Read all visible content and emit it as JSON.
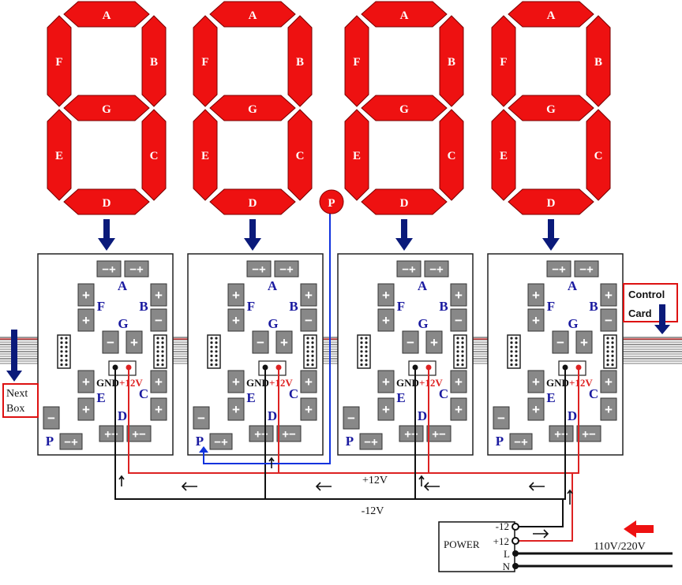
{
  "segment_letters": {
    "a": "A",
    "b": "B",
    "c": "C",
    "d": "D",
    "e": "E",
    "f": "F",
    "g": "G"
  },
  "board_letters": {
    "a": "A",
    "b": "B",
    "c": "C",
    "d": "D",
    "e": "E",
    "f": "F",
    "g": "G",
    "p": "P"
  },
  "pad_signs": {
    "minus_plus": "−+",
    "plus_minus": "+−",
    "plus": "+",
    "minus": "−"
  },
  "decimal_point": "P",
  "power_labels": {
    "gnd": "GND",
    "plus12": "+12V"
  },
  "bus_labels": {
    "plus12v": "+12V",
    "minus12v": "-12V"
  },
  "boxes": {
    "next_box": [
      "Next",
      "Box"
    ],
    "control_card": [
      "Control",
      "Card"
    ]
  },
  "power_supply": {
    "title": "POWER",
    "terminals": [
      "-12",
      "+12",
      "L",
      "N"
    ],
    "mains": "110V/220V"
  },
  "colors": {
    "segment_red": "#ee1111",
    "board_grey": "#888888",
    "wire_blue": "#1133dd",
    "wire_red": "#dd2222",
    "arrow_navy": "#0a1a7a",
    "label_blue": "#1a1aa0"
  }
}
